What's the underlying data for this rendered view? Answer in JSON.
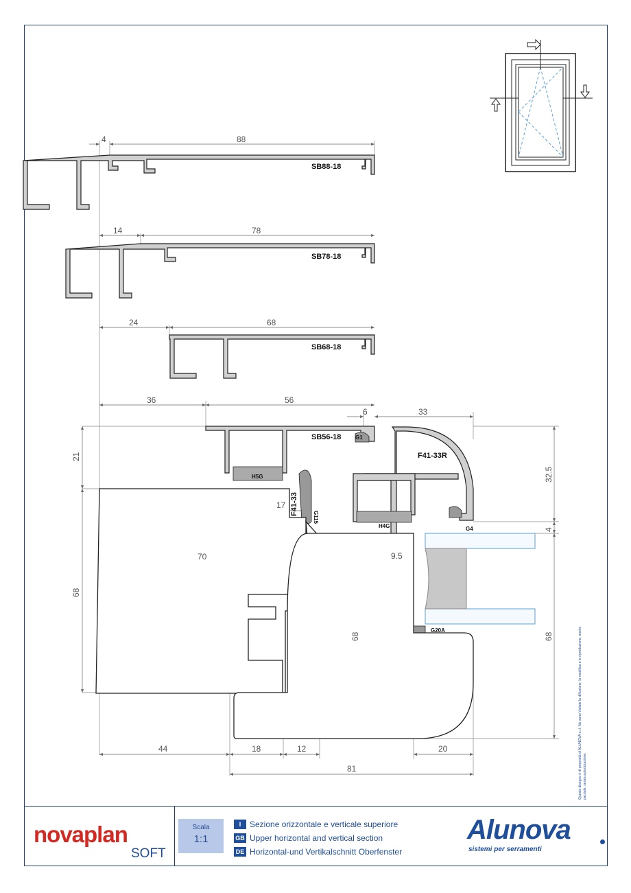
{
  "dimensions": {
    "sb88_offset": "4",
    "sb88_width": "88",
    "sb78_offset": "14",
    "sb78_width": "78",
    "sb68_offset": "24",
    "sb68_width": "68",
    "sb56_offset": "36",
    "sb56_width": "56",
    "gap_6": "6",
    "f41_width": "33",
    "left_21": "21",
    "left_68": "68",
    "right_32_5": "32.5",
    "right_4": "4",
    "right_68": "68",
    "inner_17": "17",
    "inner_9_5": "9.5",
    "inner_70": "70",
    "inner_68": "68",
    "bottom_44": "44",
    "bottom_18": "18",
    "bottom_12": "12",
    "bottom_20": "20",
    "bottom_81": "81"
  },
  "profiles": {
    "sb88": "SB88-18",
    "sb78": "SB78-18",
    "sb68": "SB68-18",
    "sb56": "SB56-18",
    "f41_33r": "F41-33R",
    "f41_33": "F41-33",
    "g1": "G1",
    "h5g": "H5G",
    "g115": "G115",
    "h4g": "H4G",
    "g4": "G4",
    "g20a": "G20A"
  },
  "footer": {
    "brand_main": "novaplan",
    "brand_sub": "SOFT",
    "scale_label": "Scala",
    "scale_value": "1:1",
    "descriptions": [
      {
        "code": "I",
        "text": "Sezione orizzontale e verticale superiore"
      },
      {
        "code": "GB",
        "text": "Upper horizontal and vertical section"
      },
      {
        "code": "DE",
        "text": "Horizontal-und Vertikalschnitt Oberfenster"
      }
    ],
    "logo": "Alunova",
    "logo_tagline": "sistemi per serramenti"
  },
  "copyright": "Questo disegno è di proprietà di ALUNOVA s.r.l. Ne sono Vietate la diffusione, la modifica e la riproduzione, anche parziale, senza autorizzazione.",
  "colors": {
    "frame": "#1f3f73",
    "profile_fill": "#d0d0d0",
    "brand_red": "#d22a22",
    "brand_blue": "#1f4e9a"
  }
}
